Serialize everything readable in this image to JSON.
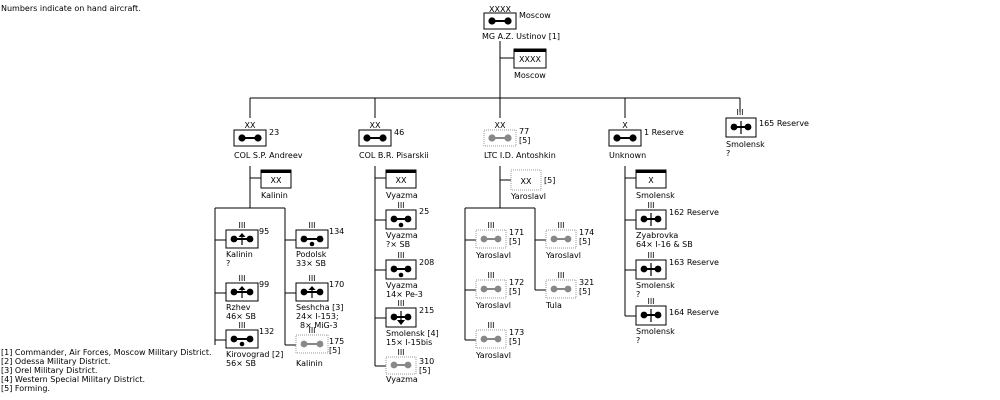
{
  "note": "Numbers indicate on hand aircraft.",
  "footnotes": [
    "[1] Commander, Air Forces, Moscow Military District.",
    "[2] Odessa Military District.",
    "[3] Orel Military District.",
    "[4] Western Special Military District.",
    "[5] Forming."
  ],
  "hq": {
    "echelon": "XXXX",
    "name": "Moscow",
    "commander": "MG  A.Z. Ustinov [1]",
    "district": {
      "echelon": "XXXX",
      "name": "Moscow"
    }
  },
  "divisions": {
    "d23": {
      "echelon": "XX",
      "number": "23",
      "commander": "COL  S.P. Andreev",
      "base": {
        "echelon": "XX",
        "name": "Kalinin"
      },
      "regiments": {
        "r95": {
          "number": "95",
          "lines": [
            "Kalinin",
            "?"
          ]
        },
        "r99": {
          "number": "99",
          "lines": [
            "Rzhev",
            "46× SB"
          ]
        },
        "r132": {
          "number": "132",
          "lines": [
            "Kirovograd [2]",
            "56× SB"
          ]
        },
        "r134": {
          "number": "134",
          "lines": [
            "Podolsk",
            "33× SB"
          ]
        },
        "r170": {
          "number": "170",
          "lines": [
            "Seshcha  [3]",
            "24× I-153;",
            "8× MiG-3"
          ]
        },
        "r175": {
          "number": "175",
          "sub": "[5]",
          "lines": [
            "Kalinin"
          ]
        }
      }
    },
    "d46": {
      "echelon": "XX",
      "number": "46",
      "commander": "COL  B.R. Pisarskii",
      "base": {
        "echelon": "XX",
        "name": "Vyazma"
      },
      "regiments": {
        "r25": {
          "number": "25",
          "lines": [
            "Vyazma",
            "?× SB"
          ]
        },
        "r208": {
          "number": "208",
          "lines": [
            "Vyazma",
            "14× Pe-3"
          ]
        },
        "r215": {
          "number": "215",
          "lines": [
            "Smolensk [4]",
            "15× I-15bis"
          ]
        },
        "r310": {
          "number": "310",
          "sub": "[5]",
          "lines": [
            "Vyazma"
          ]
        }
      }
    },
    "d77": {
      "echelon": "XX",
      "number": "77",
      "sub": "[5]",
      "commander": "LTC  I.D. Antoshkin",
      "base": {
        "echelon": "XX",
        "name": "Yaroslavl",
        "sub": "[5]"
      },
      "regiments": {
        "r171": {
          "number": "171",
          "sub": "[5]",
          "lines": [
            "Yaroslavl"
          ]
        },
        "r172": {
          "number": "172",
          "sub": "[5]",
          "lines": [
            "Yaroslavl"
          ]
        },
        "r173": {
          "number": "173",
          "sub": "[5]",
          "lines": [
            "Yaroslavl"
          ]
        },
        "r174": {
          "number": "174",
          "sub": "[5]",
          "lines": [
            "Yaroslavl"
          ]
        },
        "r321": {
          "number": "321",
          "sub": "[5]",
          "lines": [
            "Tula"
          ]
        }
      }
    },
    "d1r": {
      "echelon": "X",
      "number": "1 Reserve",
      "commander": "Unknown",
      "base": {
        "echelon": "X",
        "name": "Smolensk"
      },
      "regiments": {
        "r162": {
          "number": "162 Reserve",
          "lines": [
            "Zyabrovka",
            "64× I-16 & SB"
          ]
        },
        "r163": {
          "number": "163 Reserve",
          "lines": [
            "Smolensk",
            "?"
          ]
        },
        "r164": {
          "number": "164 Reserve",
          "lines": [
            "Smolensk",
            "?"
          ]
        }
      }
    },
    "r165": {
      "echelon": "III",
      "number": "165 Reserve",
      "lines": [
        "Smolensk",
        "?"
      ]
    }
  }
}
